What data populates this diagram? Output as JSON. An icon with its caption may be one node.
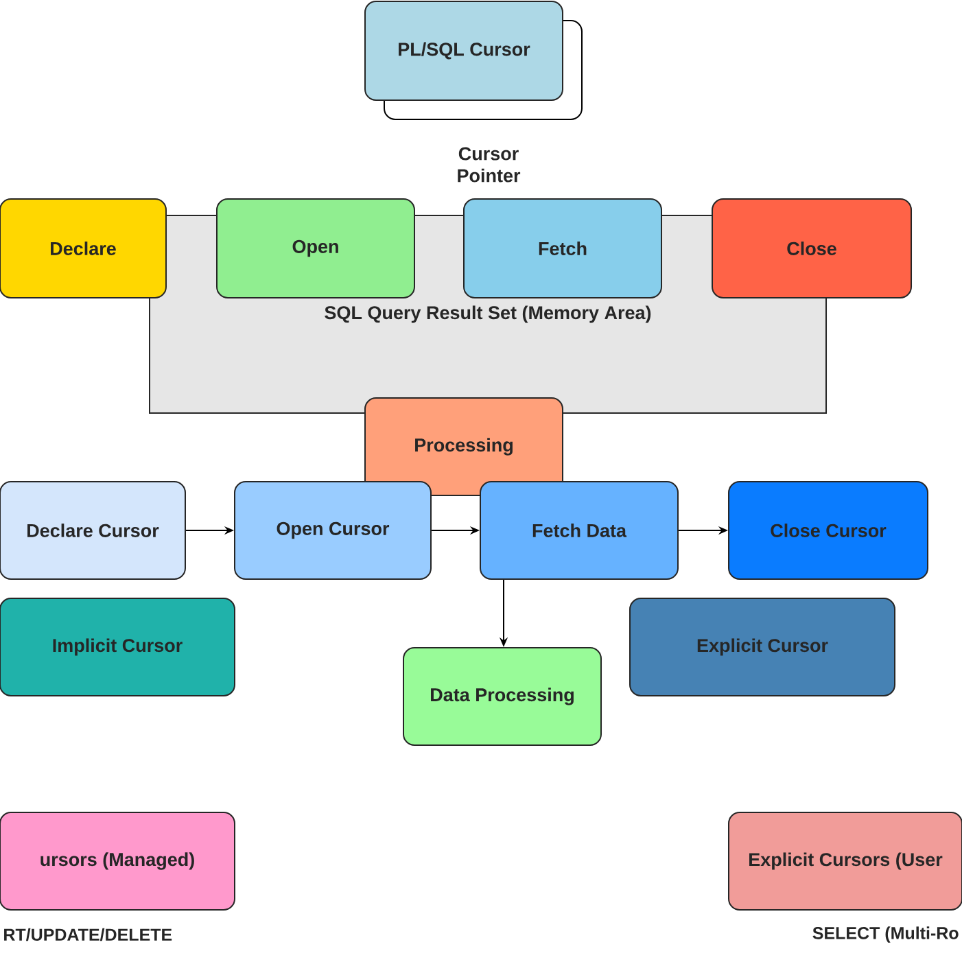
{
  "diagram": {
    "nodes": [
      {
        "text": [
          "PL/SQL Cursor"
        ]
      },
      {
        "text": [
          "SQL Query Result Set (Memory Area)"
        ]
      },
      {
        "text": [
          "Declare"
        ]
      },
      {
        "text": [
          "Open"
        ]
      },
      {
        "text": [
          "Fetch"
        ]
      },
      {
        "text": [
          "Close"
        ]
      },
      {
        "text": [
          "Processing"
        ]
      },
      {
        "text": [
          "Declare Cursor"
        ]
      },
      {
        "text": [
          "Open Cursor"
        ]
      },
      {
        "text": [
          "Fetch Data"
        ]
      },
      {
        "text": [
          "Close Cursor"
        ]
      },
      {
        "text": [
          "Implicit Cursor"
        ]
      },
      {
        "text": [
          "Data Processing"
        ]
      },
      {
        "text": [
          "Explicit Cursor"
        ]
      },
      {
        "text": [
          "ursors (Managed)"
        ],
        "beside": [
          "RT/UPDATE/DELETE"
        ]
      },
      {
        "text": [
          "Explicit Cursors (User"
        ],
        "beside": [
          "SELECT (Multi-Ro"
        ]
      }
    ],
    "edges": [
      {
        "from": 7,
        "to": 8,
        "arrow": "to"
      },
      {
        "from": 8,
        "to": 9,
        "arrow": "to"
      },
      {
        "from": 9,
        "to": 10,
        "arrow": "to"
      },
      {
        "from": 9,
        "to": 12,
        "arrow": "to"
      }
    ],
    "labels": [
      "Cursor Pointer"
    ]
  }
}
